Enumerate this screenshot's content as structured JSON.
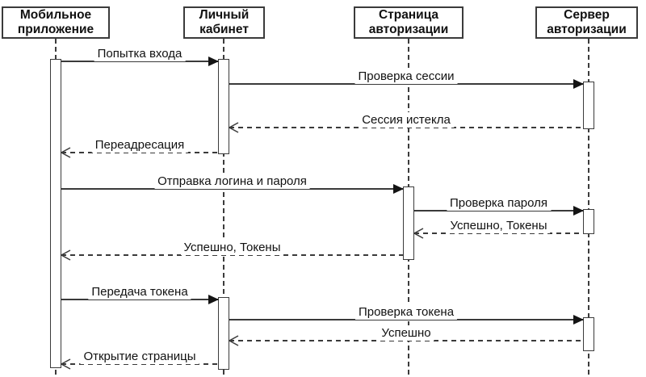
{
  "diagram": {
    "type": "uml-sequence-diagram",
    "colors": {
      "background": "#ffffff",
      "line": "#3a3a3a",
      "border": "#3b3b3b",
      "text": "#111111",
      "arrow_fill": "#141414"
    },
    "actors": [
      {
        "id": "mobile-app",
        "line1": "Мобильное",
        "line2": "приложение"
      },
      {
        "id": "personal-account",
        "line1": "Личный",
        "line2": "кабинет"
      },
      {
        "id": "auth-page",
        "line1": "Страница",
        "line2": "авторизации"
      },
      {
        "id": "auth-server",
        "line1": "Сервер",
        "line2": "авторизации"
      }
    ],
    "messages": [
      {
        "label": "Попытка входа",
        "from": "mobile-app",
        "to": "personal-account",
        "type": "sync-call",
        "line": "solid"
      },
      {
        "label": "Проверка сессии",
        "from": "personal-account",
        "to": "auth-server",
        "type": "sync-call",
        "line": "solid"
      },
      {
        "label": "Сессия истекла",
        "from": "auth-server",
        "to": "personal-account",
        "type": "return",
        "line": "dashed"
      },
      {
        "label": "Переадресация",
        "from": "personal-account",
        "to": "mobile-app",
        "type": "return",
        "line": "dashed"
      },
      {
        "label": "Отправка логина и пароля",
        "from": "mobile-app",
        "to": "auth-page",
        "type": "sync-call",
        "line": "solid"
      },
      {
        "label": "Проверка пароля",
        "from": "auth-page",
        "to": "auth-server",
        "type": "sync-call",
        "line": "solid"
      },
      {
        "label": "Успешно, Токены",
        "from": "auth-server",
        "to": "auth-page",
        "type": "return",
        "line": "dashed"
      },
      {
        "label": "Успешно, Токены",
        "from": "auth-page",
        "to": "mobile-app",
        "type": "return",
        "line": "dashed"
      },
      {
        "label": "Передача токена",
        "from": "mobile-app",
        "to": "personal-account",
        "type": "sync-call",
        "line": "solid"
      },
      {
        "label": "Проверка токена",
        "from": "personal-account",
        "to": "auth-server",
        "type": "sync-call",
        "line": "solid"
      },
      {
        "label": "Успешно",
        "from": "auth-server",
        "to": "personal-account",
        "type": "return",
        "line": "dashed"
      },
      {
        "label": "Открытие страницы",
        "from": "personal-account",
        "to": "mobile-app",
        "type": "return",
        "line": "dashed"
      }
    ]
  }
}
